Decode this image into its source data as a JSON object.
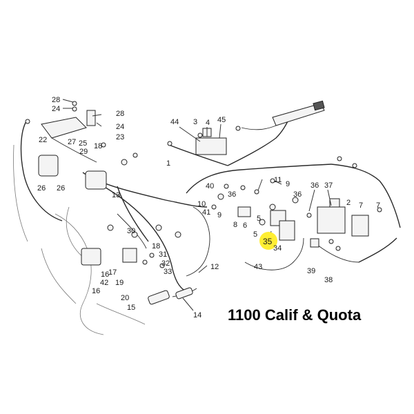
{
  "caption": "1100 Calif & Quota",
  "highlight": {
    "label": "35",
    "color": "#ffee33"
  },
  "labels": [
    "28",
    "24",
    "28",
    "24",
    "23",
    "22",
    "27",
    "25",
    "29",
    "18",
    "26",
    "26",
    "13",
    "30",
    "17",
    "16",
    "42",
    "19",
    "20",
    "15",
    "18",
    "31",
    "32",
    "33",
    "16",
    "44",
    "3",
    "4",
    "45",
    "1",
    "12",
    "14",
    "40",
    "36",
    "10",
    "41",
    "9",
    "8",
    "5",
    "6",
    "11",
    "9",
    "5",
    "7",
    "38",
    "36",
    "37",
    "2",
    "7",
    "39",
    "43",
    "34",
    "36"
  ]
}
